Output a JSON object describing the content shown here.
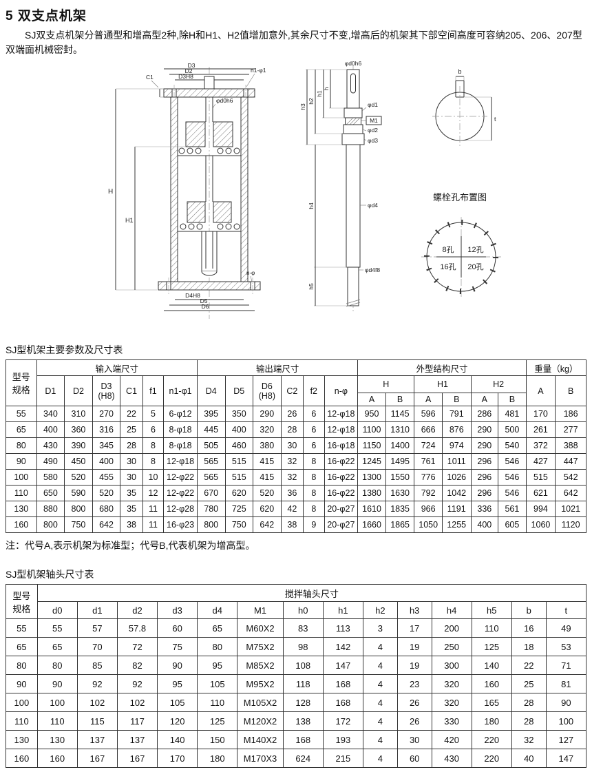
{
  "page": {
    "title": "5 双支点机架",
    "intro": "SJ双支点机架分普通型和增高型2种,除H和H1、H2值增加意外,其余尺寸不变,增高后的机架其下部空间高度可容纳205、206、207型双端面机械密封。"
  },
  "drawing": {
    "main": {
      "dim_d3": "D3",
      "dim_d2": "D2",
      "dim_d3h8": "D3H8",
      "dim_c1": "C1",
      "dim_n1phi1": "n1-φ1",
      "dim_phid0h6": "φd0h6",
      "dim_H": "H",
      "dim_H1": "H1",
      "dim_d4h8": "D4H8",
      "dim_d5": "D5",
      "dim_d6": "D6",
      "dim_nphi": "n-φ"
    },
    "shaft": {
      "dim_phid0h6": "φd0h6",
      "dim_h": "h",
      "dim_h1": "h1",
      "dim_h2": "h2",
      "dim_h3": "h3",
      "dim_h4": "h4",
      "dim_h5": "h5",
      "dim_phid1": "φd1",
      "dim_M1": "M1",
      "dim_phid2": "φd2",
      "dim_phid3": "φd3",
      "dim_phid4": "φd4",
      "dim_phid4f8": "φd4f8"
    },
    "section": {
      "dim_b": "b",
      "dim_t": "t"
    },
    "bolt_diagram": {
      "title": "螺栓孔布置图",
      "h8": "8孔",
      "h12": "12孔",
      "h16": "16孔",
      "h20": "20孔"
    }
  },
  "table1": {
    "caption": "SJ型机架主要参数及尺寸表",
    "header": {
      "model": "型号\n规格",
      "groups": [
        "输入端尺寸",
        "输出端尺寸",
        "外型结构尺寸",
        "重量（kg）"
      ],
      "input_cols": [
        "D1",
        "D2",
        "D3\n(H8)",
        "C1",
        "f1",
        "n1-φ1"
      ],
      "output_cols": [
        "D4",
        "D5",
        "D6\n(H8)",
        "C2",
        "f2",
        "n-φ"
      ],
      "outline_cols": [
        "H",
        "H1",
        "H2"
      ],
      "ab": [
        "A",
        "B"
      ],
      "weight_cols": [
        "A",
        "B"
      ]
    },
    "rows": [
      [
        "55",
        340,
        310,
        270,
        22,
        5,
        "6-φ12",
        395,
        350,
        290,
        26,
        6,
        "12-φ18",
        950,
        1145,
        596,
        791,
        286,
        481,
        170,
        186
      ],
      [
        "65",
        400,
        360,
        316,
        25,
        6,
        "8-φ18",
        445,
        400,
        320,
        28,
        6,
        "12-φ18",
        1100,
        1310,
        666,
        876,
        290,
        500,
        261,
        277
      ],
      [
        "80",
        430,
        390,
        345,
        28,
        8,
        "8-φ18",
        505,
        460,
        380,
        30,
        6,
        "16-φ18",
        1150,
        1400,
        724,
        974,
        290,
        540,
        372,
        388
      ],
      [
        "90",
        490,
        450,
        400,
        30,
        8,
        "12-φ18",
        565,
        515,
        415,
        32,
        8,
        "16-φ22",
        1245,
        1495,
        761,
        1011,
        296,
        546,
        427,
        447
      ],
      [
        "100",
        580,
        520,
        455,
        30,
        10,
        "12-φ22",
        565,
        515,
        415,
        32,
        8,
        "16-φ22",
        1300,
        1550,
        776,
        1026,
        296,
        546,
        515,
        542
      ],
      [
        "110",
        650,
        590,
        520,
        35,
        12,
        "12-φ22",
        670,
        620,
        520,
        36,
        8,
        "16-φ22",
        1380,
        1630,
        792,
        1042,
        296,
        546,
        621,
        642
      ],
      [
        "130",
        880,
        800,
        680,
        35,
        11,
        "12-φ28",
        780,
        725,
        620,
        42,
        8,
        "20-φ27",
        1610,
        1835,
        966,
        1191,
        336,
        561,
        994,
        1021
      ],
      [
        "160",
        800,
        750,
        642,
        38,
        11,
        "16-φ23",
        800,
        750,
        642,
        38,
        9,
        "20-φ27",
        1660,
        1865,
        1050,
        1255,
        400,
        605,
        1060,
        1120
      ]
    ]
  },
  "note": "注：代号A,表示机架为标准型；代号B,代表机架为增高型。",
  "table2": {
    "caption": "SJ型机架轴头尺寸表",
    "header": {
      "model": "型号\n规格",
      "group": "搅拌轴头尺寸",
      "cols": [
        "d0",
        "d1",
        "d2",
        "d3",
        "d4",
        "M1",
        "h0",
        "h1",
        "h2",
        "h3",
        "h4",
        "h5",
        "b",
        "t"
      ]
    },
    "rows": [
      [
        "55",
        55,
        57,
        57.8,
        60,
        65,
        "M60X2",
        83,
        113,
        3,
        17,
        200,
        110,
        16,
        49
      ],
      [
        "65",
        65,
        70,
        72,
        75,
        80,
        "M75X2",
        98,
        142,
        4,
        19,
        250,
        125,
        18,
        53
      ],
      [
        "80",
        80,
        85,
        82,
        90,
        95,
        "M85X2",
        108,
        147,
        4,
        19,
        300,
        140,
        22,
        71
      ],
      [
        "90",
        90,
        92,
        92,
        95,
        105,
        "M95X2",
        118,
        168,
        4,
        23,
        320,
        160,
        25,
        81
      ],
      [
        "100",
        100,
        102,
        102,
        105,
        110,
        "M105X2",
        128,
        168,
        4,
        26,
        320,
        165,
        28,
        90
      ],
      [
        "110",
        110,
        115,
        117,
        120,
        125,
        "M120X2",
        138,
        172,
        4,
        26,
        330,
        180,
        28,
        100
      ],
      [
        "130",
        130,
        137,
        137,
        140,
        150,
        "M140X2",
        168,
        193,
        4,
        30,
        420,
        220,
        32,
        127
      ],
      [
        "160",
        160,
        167,
        167,
        170,
        180,
        "M170X3",
        624,
        215,
        4,
        60,
        430,
        220,
        40,
        147
      ]
    ]
  }
}
